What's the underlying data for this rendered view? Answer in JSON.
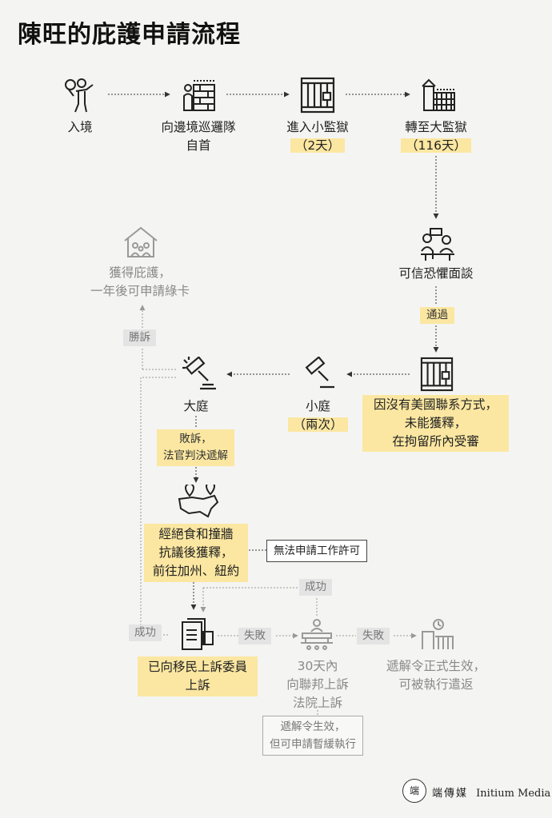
{
  "title": "陳旺的庇護申請流程",
  "steps": {
    "entry": "入境",
    "surrender_1": "向邊境巡邏隊",
    "surrender_2": "自首",
    "small_jail": "進入小監獄",
    "small_jail_days": "（2天）",
    "big_jail": "轉至大監獄",
    "big_jail_days": "（116天）",
    "fear_interview": "可信恐懼面談",
    "passed": "通過",
    "detained_1": "因沒有美國聯系方式，",
    "detained_2": "未能獲釋，",
    "detained_3": "在拘留所內受審",
    "small_court": "小庭",
    "small_court_times": "（兩次）",
    "big_court": "大庭",
    "asylum_1": "獲得庇護，",
    "asylum_2": "一年後可申請綠卡",
    "won": "勝訴",
    "lost_1": "敗訴，",
    "lost_2": "法官判決遞解",
    "release_1": "經絕食和撞牆",
    "release_2": "抗議後獲釋，",
    "release_3": "前往加州、紐約",
    "no_work_permit": "無法申請工作許可",
    "success_top": "成功",
    "success_left": "成功",
    "appeal_1": "已向移民上訴委員",
    "appeal_2": "上訴",
    "fail_1": "失敗",
    "fail_2": "失敗",
    "federal_1": "30天內",
    "federal_2": "向聯邦上訴",
    "federal_3": "法院上訴",
    "stay_1": "遞解令生效，",
    "stay_2": "但可申請暫緩執行",
    "deport_1": "遞解令正式生效，",
    "deport_2": "可被執行遣返"
  },
  "icons": [
    "walking-person-icon",
    "border-guard-wall-icon",
    "jail-bars-icon",
    "prison-building-icon",
    "interview-desk-icon",
    "house-family-icon",
    "gavel-icon",
    "us-map-pins-icon",
    "document-appeal-icon",
    "court-bench-icon",
    "deportation-gate-icon"
  ],
  "colors": {
    "highlight": "#fbe7a1",
    "tag_grey": "#e4e4e4",
    "text_grey": "#8a8a8a",
    "background": "#f4f4f2"
  },
  "logo": {
    "mark": "端",
    "name": "端傳媒",
    "name_en": "Initium Media"
  }
}
